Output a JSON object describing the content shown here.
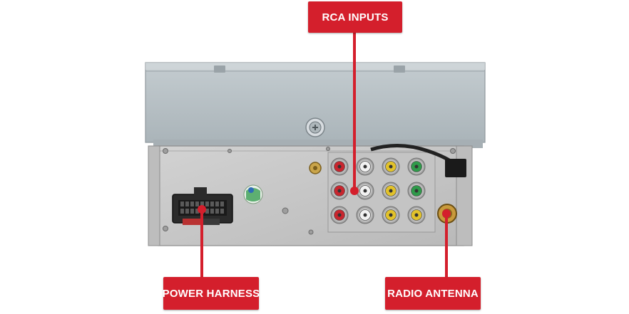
{
  "callouts": {
    "rca_inputs": "RCA INPUTS",
    "power_harness": "POWER HARNESS",
    "radio_antenna": "RADIO ANTENNA"
  },
  "colors": {
    "callout_red": "#d41f2c",
    "chassis": "#b9c1c6",
    "rear_panel": "#c9c9c9"
  },
  "rca_jack_colors": [
    [
      "red",
      "white",
      "yellow",
      "green"
    ],
    [
      "red",
      "white",
      "yellow",
      "green"
    ],
    [
      "red",
      "white",
      "yellow",
      "yellow"
    ]
  ]
}
